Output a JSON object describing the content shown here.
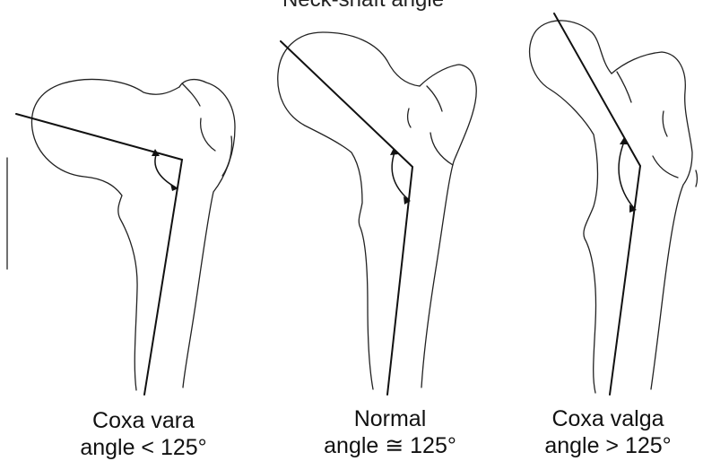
{
  "header": {
    "text": "Neck-shaft angle"
  },
  "figures": [
    {
      "name": "coxa-vara",
      "title": "Coxa vara",
      "angle": "angle < 125°"
    },
    {
      "name": "normal",
      "title": "Normal",
      "angle": "angle ≅ 125°"
    },
    {
      "name": "coxa-valga",
      "title": "Coxa valga",
      "angle": "angle > 125°"
    }
  ]
}
